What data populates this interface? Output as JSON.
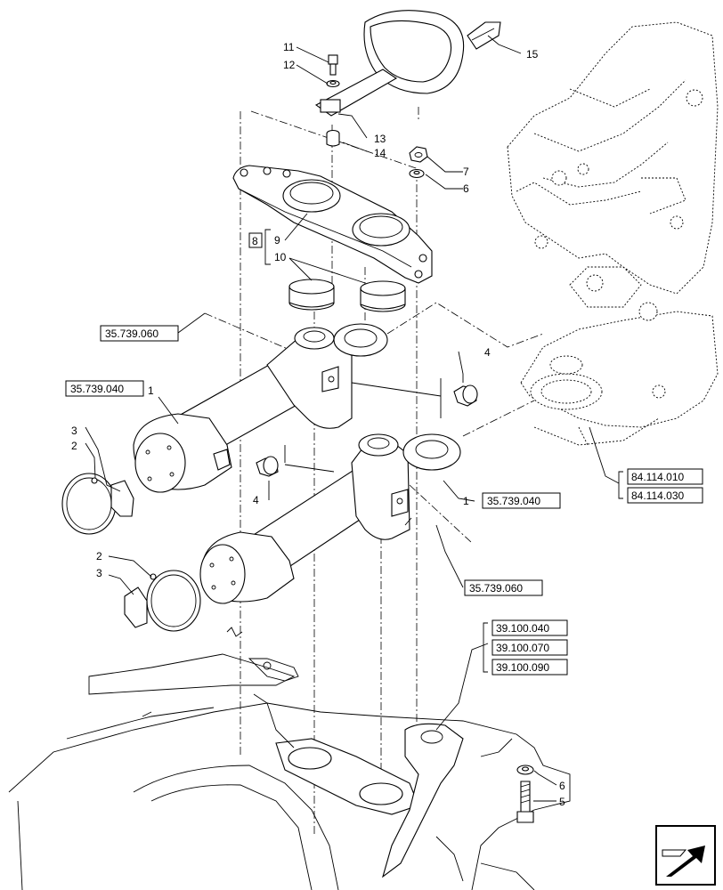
{
  "callouts": {
    "c11": "11",
    "c12": "12",
    "c13": "13",
    "c14": "14",
    "c15": "15",
    "c7": "7",
    "c6a": "6",
    "c9": "9",
    "c8": "8",
    "c10": "10",
    "c4a": "4",
    "c4b": "4",
    "c1a": "1",
    "c1b": "1",
    "c3a": "3",
    "c2a": "2",
    "c2b": "2",
    "c3b": "3",
    "c6b": "6",
    "c5": "5"
  },
  "references": {
    "r_35739060_a": "35.739.060",
    "r_35739040_a": "35.739.040",
    "r_35739040_b": "35.739.040",
    "r_35739060_b": "35.739.060",
    "r_84114010": "84.114.010",
    "r_84114030": "84.114.030",
    "r_39100040": "39.100.040",
    "r_39100070": "39.100.070",
    "r_39100090": "39.100.090"
  },
  "icons": {
    "orientation": "arrow-orientation-icon"
  }
}
